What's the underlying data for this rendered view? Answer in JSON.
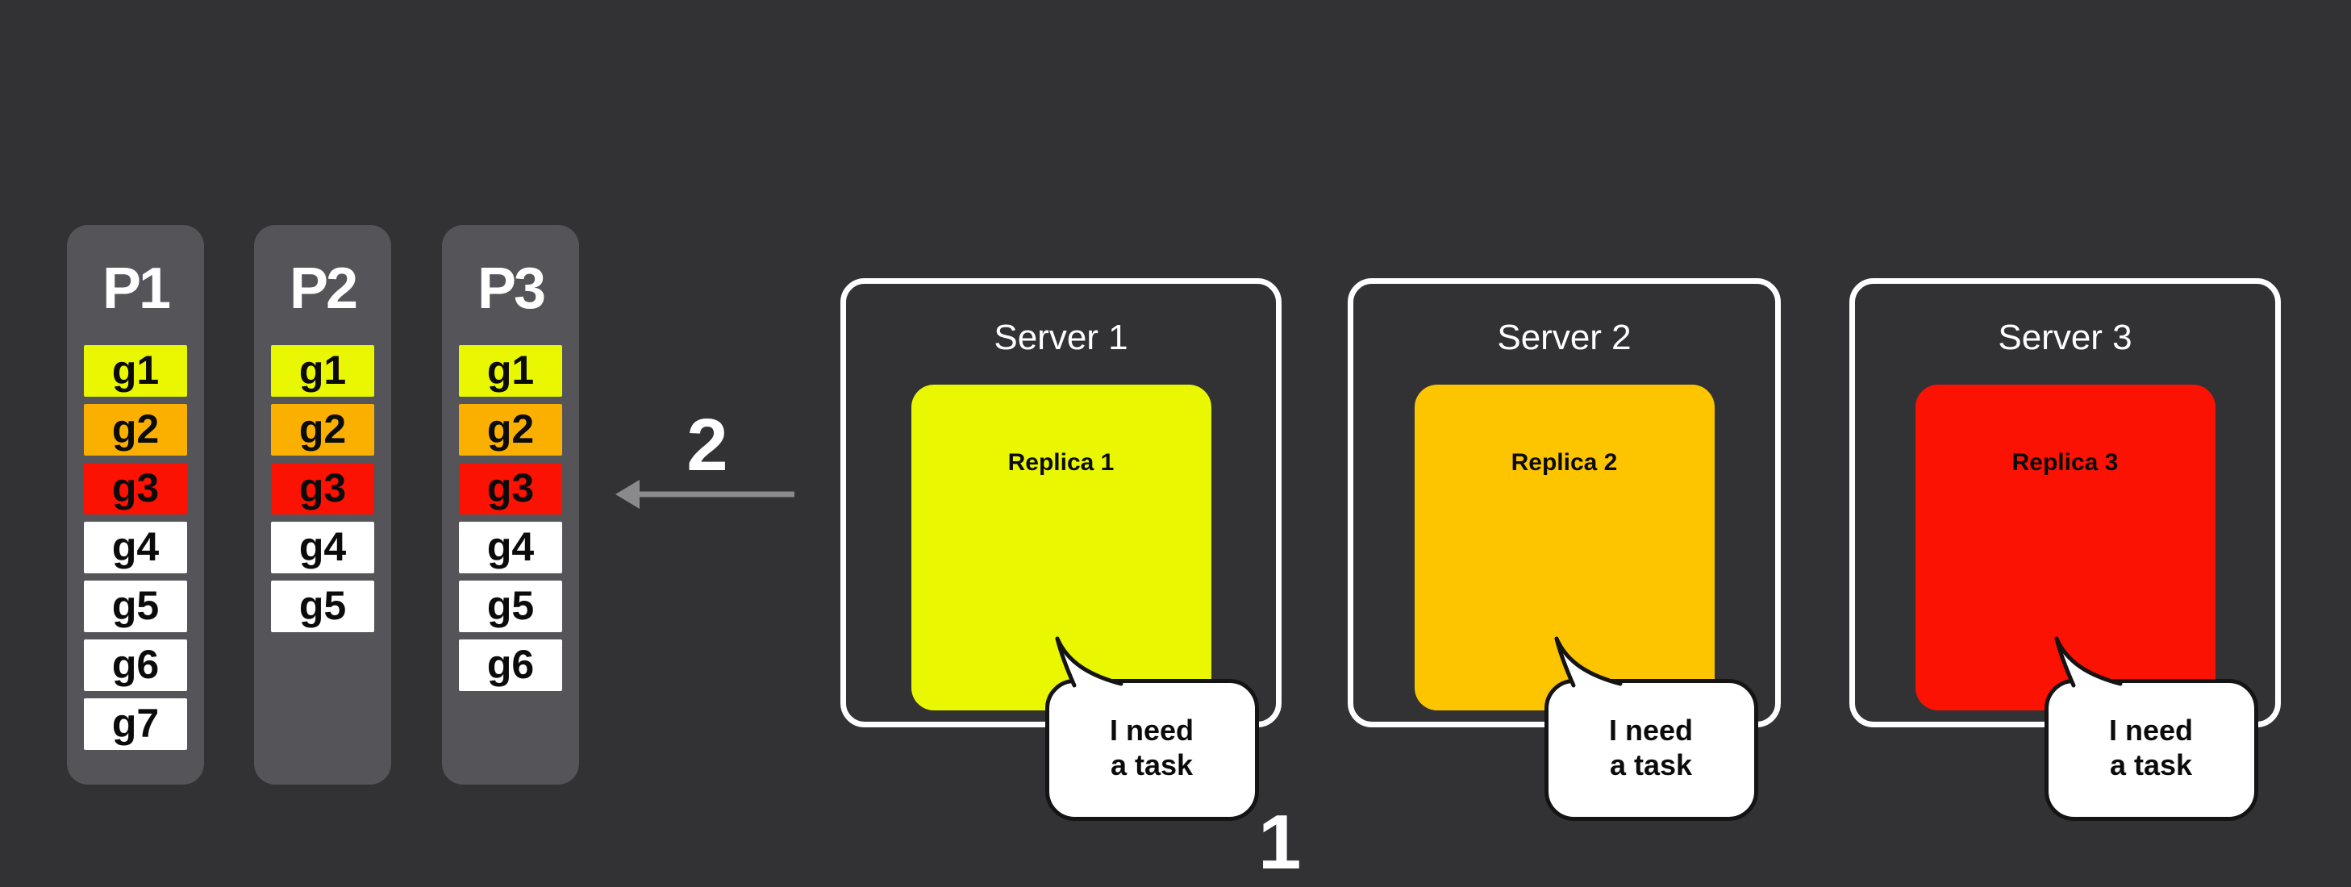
{
  "colors": {
    "background": "#323234",
    "column_bg": "#545459",
    "task_yellow": "#e9f700",
    "task_orange": "#fbb000",
    "task_red": "#fb1203",
    "task_white": "#ffffff",
    "replica_yellow": "#e9f700",
    "replica_amber": "#fdc500",
    "replica_red": "#fb1203",
    "server_border": "#ffffff",
    "arrow_gray": "#8a8a8c",
    "label_white": "#ffffff",
    "text_black": "#0b0b0b"
  },
  "partitions": [
    {
      "label": "P1",
      "tasks": [
        {
          "id": "g1",
          "color": "#e9f700"
        },
        {
          "id": "g2",
          "color": "#fbb000"
        },
        {
          "id": "g3",
          "color": "#fb1203"
        },
        {
          "id": "g4",
          "color": "#ffffff"
        },
        {
          "id": "g5",
          "color": "#ffffff"
        },
        {
          "id": "g6",
          "color": "#ffffff"
        },
        {
          "id": "g7",
          "color": "#ffffff"
        }
      ]
    },
    {
      "label": "P2",
      "tasks": [
        {
          "id": "g1",
          "color": "#e9f700"
        },
        {
          "id": "g2",
          "color": "#fbb000"
        },
        {
          "id": "g3",
          "color": "#fb1203"
        },
        {
          "id": "g4",
          "color": "#ffffff"
        },
        {
          "id": "g5",
          "color": "#ffffff"
        }
      ]
    },
    {
      "label": "P3",
      "tasks": [
        {
          "id": "g1",
          "color": "#e9f700"
        },
        {
          "id": "g2",
          "color": "#fbb000"
        },
        {
          "id": "g3",
          "color": "#fb1203"
        },
        {
          "id": "g4",
          "color": "#ffffff"
        },
        {
          "id": "g5",
          "color": "#ffffff"
        },
        {
          "id": "g6",
          "color": "#ffffff"
        }
      ]
    }
  ],
  "steps": {
    "step1": "1",
    "step2": "2"
  },
  "servers": [
    {
      "title": "Server 1",
      "replica_label": "Replica 1",
      "replica_color": "#e9f700",
      "bubble": [
        "I need",
        "a task"
      ]
    },
    {
      "title": "Server 2",
      "replica_label": "Replica 2",
      "replica_color": "#fdc500",
      "bubble": [
        "I need",
        "a task"
      ]
    },
    {
      "title": "Server 3",
      "replica_label": "Replica 3",
      "replica_color": "#fb1203",
      "bubble": [
        "I need",
        "a task"
      ]
    }
  ]
}
